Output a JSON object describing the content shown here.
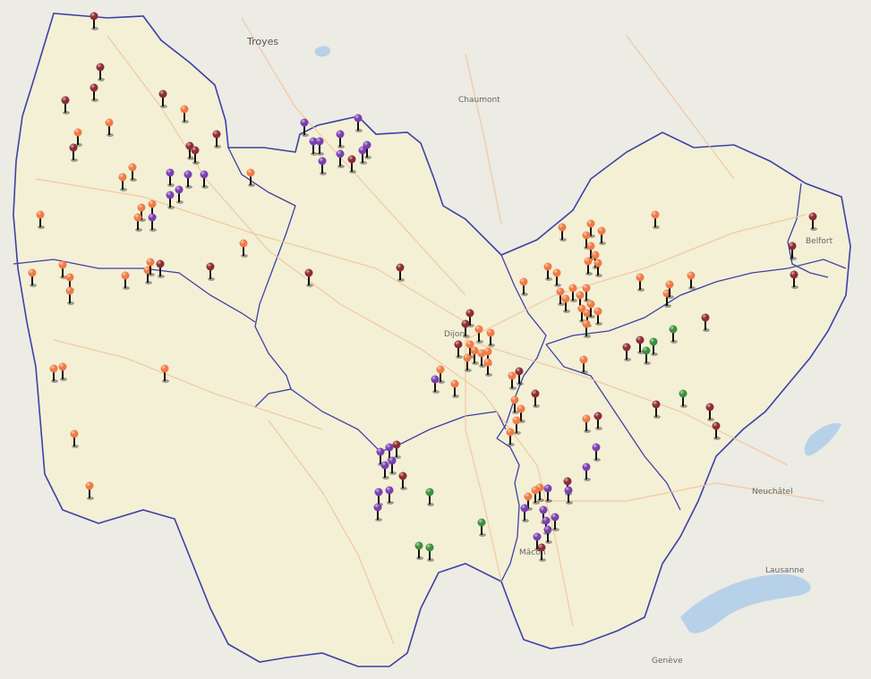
{
  "map": {
    "marker_colors": {
      "orange": "#f07a45",
      "darkred": "#8e2c33",
      "purple": "#7a3fb0",
      "green": "#3e8f3a"
    },
    "region_border_color": "#3d41a6",
    "water_color": "#b7d1e8",
    "land_color": "#f3f0d6",
    "place_labels": [
      "Troyes",
      "Chaumont",
      "Dijon",
      "Mâcon",
      "Lausanne",
      "Genève",
      "Neuchâtel",
      "Belfort"
    ],
    "marker_icon": "map-pin-icon"
  }
}
